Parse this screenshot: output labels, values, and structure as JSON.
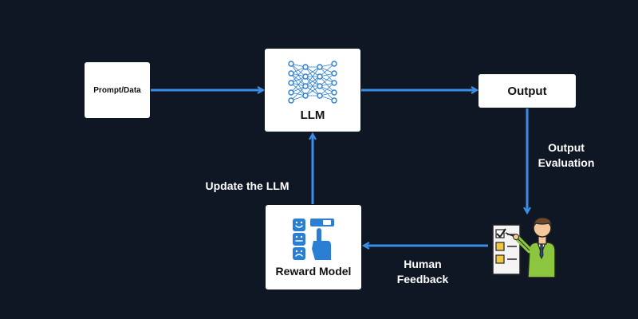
{
  "nodes": {
    "prompt": "Prompt/Data",
    "llm": "LLM",
    "output": "Output",
    "reward": "Reward Model"
  },
  "edges": {
    "output_evaluation_line1": "Output",
    "output_evaluation_line2": "Evaluation",
    "update": "Update the LLM",
    "human_feedback_line1": "Human",
    "human_feedback_line2": "Feedback"
  },
  "colors": {
    "background": "#0f1624",
    "arrow": "#3a8ee6",
    "box": "#ffffff",
    "icon_blue": "#2a7fd4"
  },
  "icons": {
    "llm": "neural-network-icon",
    "reward": "reward-feedback-icon",
    "evaluator": "human-evaluator-icon"
  }
}
